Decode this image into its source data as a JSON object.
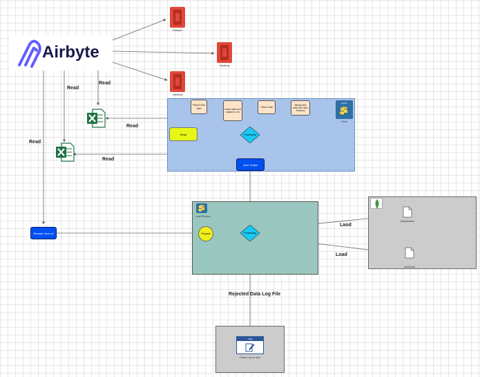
{
  "logo": {
    "brand": "Airbyte",
    "accent": "#615eff"
  },
  "s3_buckets": [
    {
      "label": "Inhtegem"
    },
    {
      "label": "Infcaberg"
    },
    {
      "label": "marketba"
    }
  ],
  "edge_labels": {
    "read_1": "Read",
    "read_2": "Read",
    "read_3": "Read",
    "read_4": "Read",
    "read_5": "Read",
    "laod": "Laod",
    "load": "Load",
    "rejected": "Rejected Data Log File"
  },
  "transform_stage": {
    "steps": [
      {
        "label": "Read Excel data"
      },
      {
        "label": "Union data and output to Csv"
      },
      {
        "label": "Clean Data"
      },
      {
        "label": "Merge and write into Json Schema"
      }
    ],
    "read_label": "Read",
    "processing_label": "Processing",
    "output_label": "Json Output",
    "python_icon_label": "python",
    "python_caption": "Read"
  },
  "load_stage": {
    "caption": "Load Process",
    "request_label": "Request",
    "processing_label": "Processing"
  },
  "remote_label": "Remote Json url",
  "mongo_stage": {
    "files": [
      {
        "label": "EasyWeather"
      },
      {
        "label": "infoClimat"
      }
    ]
  },
  "log_stage": {
    "header": "Log",
    "caption": "Folder Log de rejet"
  },
  "colors": {
    "transform_bg": "#a9c4eb",
    "load_bg": "#9ac7bf",
    "grey_bg": "#cccccc",
    "note_bg": "#fde4c8",
    "processing": "#19c9f2",
    "output": "#0050ef",
    "start": "#e6f716",
    "request": "#f0f019",
    "s3": "#e0473a",
    "excel": "#1f7244"
  }
}
